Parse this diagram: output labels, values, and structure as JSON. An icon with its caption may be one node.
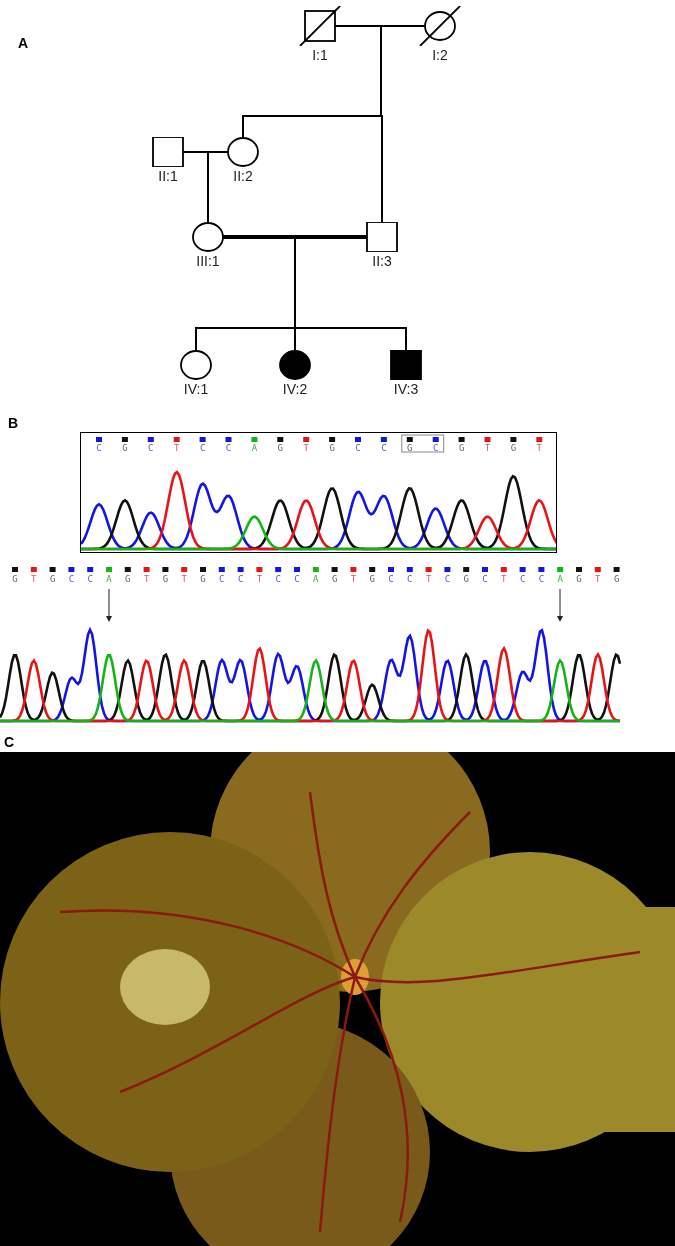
{
  "diagram": {
    "nodes": [
      {
        "text": [
          "I:1"
        ]
      },
      {
        "text": [
          "I:2"
        ]
      },
      {
        "text": [
          "II:1"
        ]
      },
      {
        "text": [
          "II:2"
        ]
      },
      {
        "text": [
          "III:1"
        ]
      },
      {
        "text": [
          "II:3"
        ]
      },
      {
        "text": [
          "IV:1"
        ]
      },
      {
        "text": [
          "IV:2"
        ]
      },
      {
        "text": [
          "IV:3"
        ]
      }
    ],
    "edges": [
      {
        "from": 0,
        "to": 1,
        "arrow": "none"
      },
      {
        "from": 2,
        "to": 3,
        "arrow": "none"
      },
      {
        "from": 4,
        "to": 5,
        "arrow": "none",
        "style": "thick"
      },
      {
        "from": 0,
        "to": 3,
        "arrow": "none"
      },
      {
        "from": 1,
        "to": 3,
        "arrow": "none"
      },
      {
        "from": 0,
        "to": 5,
        "arrow": "none"
      },
      {
        "from": 1,
        "to": 5,
        "arrow": "none"
      },
      {
        "from": 2,
        "to": 4,
        "arrow": "none"
      },
      {
        "from": 3,
        "to": 4,
        "arrow": "none"
      },
      {
        "from": 4,
        "to": 6,
        "arrow": "none"
      },
      {
        "from": 5,
        "to": 6,
        "arrow": "none"
      },
      {
        "from": 4,
        "to": 7,
        "arrow": "none"
      },
      {
        "from": 5,
        "to": 7,
        "arrow": "none"
      },
      {
        "from": 4,
        "to": 8,
        "arrow": "none"
      },
      {
        "from": 5,
        "to": 8,
        "arrow": "none"
      }
    ],
    "labels": [
      "A",
      "B",
      "C",
      "G",
      "C",
      "T",
      "C",
      "C",
      "A",
      "G",
      "T",
      "G",
      "C",
      "C",
      "G",
      "C",
      "G",
      "T",
      "G",
      "T",
      "G",
      "T",
      "G",
      "C",
      "C",
      "A",
      "G",
      "T",
      "G",
      "T",
      "G",
      "C",
      "C",
      "T",
      "C",
      "C",
      "A",
      "G",
      "T",
      "G",
      "C",
      "C",
      "T",
      "C",
      "G",
      "C",
      "T",
      "C",
      "C",
      "A",
      "G",
      "T",
      "G",
      "C"
    ]
  }
}
